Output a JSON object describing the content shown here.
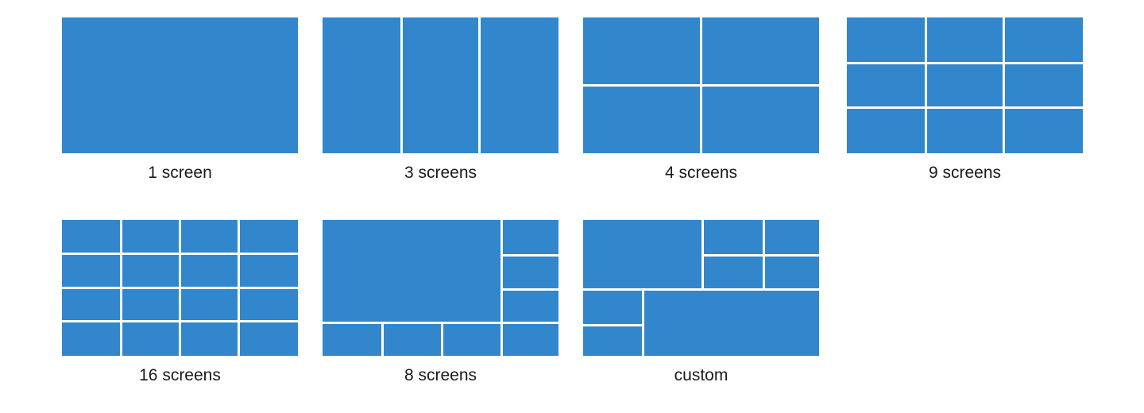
{
  "palette": {
    "screen_fill": "#3287cc",
    "divider": "#ffffff",
    "background": "#ffffff",
    "label_text": "#1a1a1a"
  },
  "gallery": {
    "options": [
      {
        "id": "one-screen",
        "label": "1 screen",
        "cells": 1,
        "pattern": "single"
      },
      {
        "id": "three-screens",
        "label": "3 screens",
        "cells": 3,
        "pattern": "columns-3"
      },
      {
        "id": "four-screens",
        "label": "4 screens",
        "cells": 4,
        "pattern": "grid-2x2"
      },
      {
        "id": "nine-screens",
        "label": "9 screens",
        "cells": 9,
        "pattern": "grid-3x3"
      },
      {
        "id": "sixteen-screens",
        "label": "16 screens",
        "cells": 16,
        "pattern": "grid-4x4"
      },
      {
        "id": "eight-screens",
        "label": "8 screens",
        "cells": 8,
        "pattern": "hero-right-rail-bottom-strip"
      },
      {
        "id": "custom",
        "label": "custom",
        "cells": 8,
        "pattern": "custom-mosaic"
      }
    ]
  }
}
